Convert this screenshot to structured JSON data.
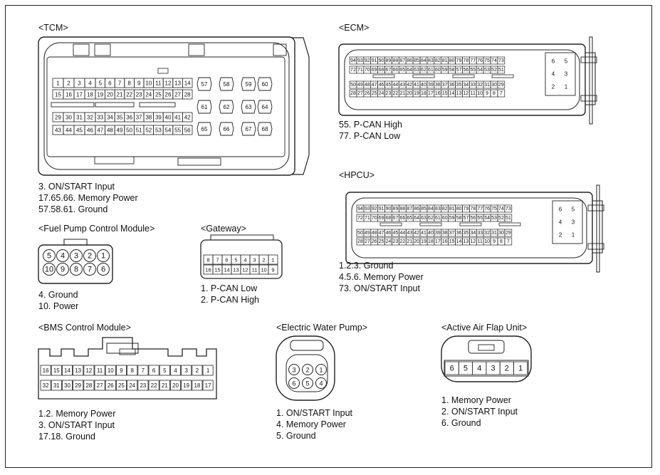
{
  "tcm": {
    "title": "<TCM>",
    "rows": [
      [
        "1",
        "2",
        "3",
        "4",
        "5",
        "6",
        "7",
        "8",
        "9",
        "10",
        "11",
        "12",
        "13",
        "14"
      ],
      [
        "15",
        "16",
        "17",
        "18",
        "19",
        "20",
        "21",
        "22",
        "23",
        "24",
        "25",
        "26",
        "27",
        "28"
      ],
      [
        "29",
        "30",
        "31",
        "32",
        "33",
        "34",
        "35",
        "36",
        "37",
        "38",
        "39",
        "40",
        "41",
        "42"
      ],
      [
        "43",
        "44",
        "45",
        "46",
        "47",
        "48",
        "49",
        "50",
        "51",
        "52",
        "53",
        "54",
        "55",
        "56"
      ]
    ],
    "round_pins": [
      "57",
      "58",
      "59",
      "60",
      "61",
      "62",
      "63",
      "64",
      "65",
      "66",
      "67",
      "68"
    ],
    "notes": [
      "3. ON/START Input",
      "17.65.66. Memory Power",
      "57.58.61. Ground"
    ]
  },
  "ecm": {
    "title": "<ECM>",
    "rows": [
      [
        "94",
        "93",
        "92",
        "91",
        "90",
        "89",
        "88",
        "87",
        "86",
        "85",
        "84",
        "83",
        "82",
        "81",
        "80",
        "79",
        "78",
        "77",
        "76",
        "75",
        "74",
        "73"
      ],
      [
        "72",
        "71",
        "70",
        "69",
        "68",
        "67",
        "66",
        "65",
        "64",
        "63",
        "62",
        "61",
        "60",
        "59",
        "58",
        "57",
        "56",
        "55",
        "54",
        "53",
        "52",
        "51"
      ],
      [
        "50",
        "49",
        "48",
        "47",
        "46",
        "45",
        "44",
        "43",
        "42",
        "41",
        "40",
        "39",
        "38",
        "37",
        "36",
        "35",
        "34",
        "33",
        "32",
        "31",
        "30",
        "29"
      ],
      [
        "28",
        "27",
        "26",
        "25",
        "24",
        "23",
        "22",
        "21",
        "20",
        "19",
        "18",
        "17",
        "16",
        "15",
        "14",
        "13",
        "12",
        "11",
        "10",
        "9",
        "8",
        "7"
      ]
    ],
    "side": [
      [
        "6",
        "5"
      ],
      [
        "4",
        "3"
      ],
      [
        "2",
        "1"
      ]
    ],
    "notes": [
      "55. P-CAN High",
      "77. P-CAN Low"
    ]
  },
  "hpcu": {
    "title": "<HPCU>",
    "rows": [
      [
        "94",
        "93",
        "92",
        "91",
        "90",
        "89",
        "88",
        "87",
        "86",
        "85",
        "84",
        "83",
        "82",
        "81",
        "80",
        "79",
        "78",
        "77",
        "76",
        "75",
        "74",
        "73"
      ],
      [
        "72",
        "71",
        "70",
        "69",
        "68",
        "67",
        "66",
        "65",
        "64",
        "63",
        "62",
        "61",
        "60",
        "59",
        "58",
        "57",
        "56",
        "55",
        "54",
        "53",
        "52",
        "51"
      ],
      [
        "50",
        "49",
        "48",
        "47",
        "46",
        "45",
        "44",
        "43",
        "42",
        "41",
        "40",
        "39",
        "38",
        "37",
        "36",
        "35",
        "34",
        "33",
        "32",
        "31",
        "30",
        "29"
      ],
      [
        "28",
        "27",
        "26",
        "25",
        "24",
        "23",
        "22",
        "21",
        "20",
        "19",
        "18",
        "17",
        "16",
        "15",
        "14",
        "13",
        "12",
        "11",
        "10",
        "9",
        "8",
        "7"
      ]
    ],
    "side": [
      [
        "6",
        "5"
      ],
      [
        "4",
        "3"
      ],
      [
        "2",
        "1"
      ]
    ],
    "notes": [
      "1.2.3. Ground",
      "4.5.6. Memory Power",
      "73. ON/START Input"
    ]
  },
  "fuel_pump": {
    "title": "<Fuel Pump Control Module>",
    "rows": [
      [
        "5",
        "4",
        "3",
        "2",
        "1"
      ],
      [
        "10",
        "9",
        "8",
        "7",
        "6"
      ]
    ],
    "notes": [
      "4. Ground",
      "10. Power"
    ]
  },
  "gateway": {
    "title": "<Gateway>",
    "rows": [
      [
        "8",
        "7",
        "6",
        "5",
        "4",
        "3",
        "2",
        "1"
      ],
      [
        "16",
        "15",
        "14",
        "13",
        "12",
        "11",
        "10",
        "9"
      ]
    ],
    "notes": [
      "1. P-CAN Low",
      "2. P-CAN High"
    ]
  },
  "bms": {
    "title": "<BMS Control Module>",
    "rows": [
      [
        "16",
        "15",
        "14",
        "13",
        "12",
        "11",
        "10",
        "9",
        "8",
        "7",
        "6",
        "5",
        "4",
        "3",
        "2",
        "1"
      ],
      [
        "32",
        "31",
        "30",
        "29",
        "28",
        "27",
        "26",
        "25",
        "24",
        "23",
        "22",
        "21",
        "20",
        "19",
        "18",
        "17"
      ]
    ],
    "notes": [
      "1.2.  Memory Power",
      "3. ON/START Input",
      "17.18. Ground"
    ]
  },
  "water_pump": {
    "title": "<Electric Water Pump>",
    "rows": [
      [
        "3",
        "2",
        "1"
      ],
      [
        "6",
        "5",
        "4"
      ]
    ],
    "notes": [
      "1. ON/START Input",
      "4. Memory Power",
      "5. Ground"
    ]
  },
  "air_flap": {
    "title": "<Active Air Flap Unit>",
    "rows": [
      [
        "6",
        "5",
        "4",
        "3",
        "2",
        "1"
      ]
    ],
    "notes": [
      "1. Memory Power",
      "2. ON/START Input",
      "6. Ground"
    ]
  }
}
